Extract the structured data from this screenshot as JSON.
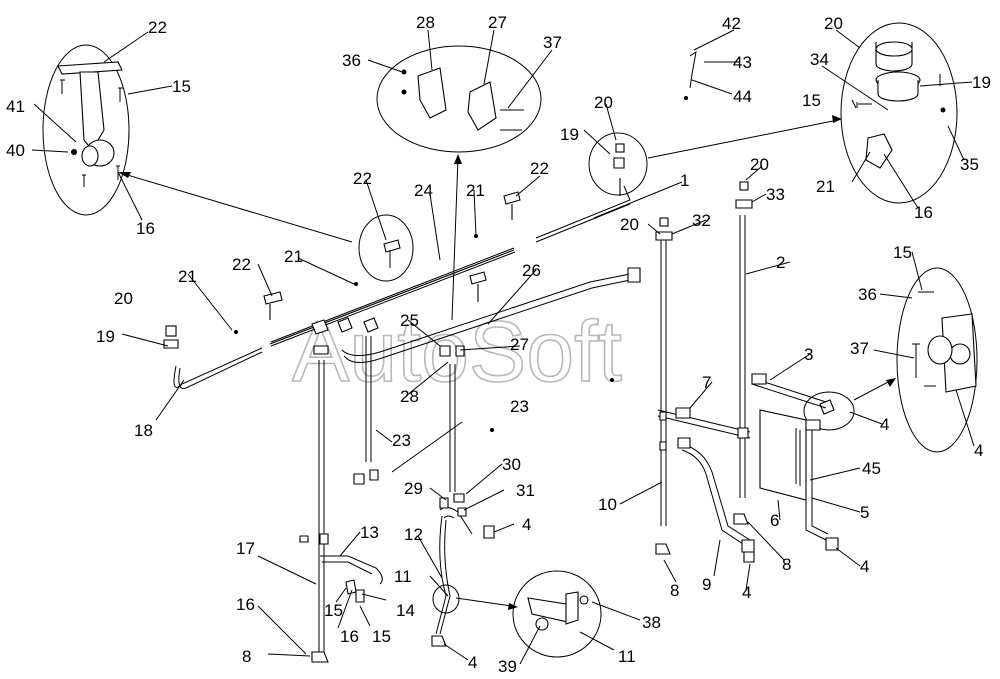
{
  "watermark": "AutoSoft",
  "callouts": [
    {
      "id": "c22a",
      "text": "22"
    },
    {
      "id": "c15a",
      "text": "15"
    },
    {
      "id": "c41",
      "text": "41"
    },
    {
      "id": "c40",
      "text": "40"
    },
    {
      "id": "c16a",
      "text": "16"
    },
    {
      "id": "c28a",
      "text": "28"
    },
    {
      "id": "c27a",
      "text": "27"
    },
    {
      "id": "c36a",
      "text": "36"
    },
    {
      "id": "c37a",
      "text": "37"
    },
    {
      "id": "c42",
      "text": "42"
    },
    {
      "id": "c43",
      "text": "43"
    },
    {
      "id": "c44",
      "text": "44"
    },
    {
      "id": "c20a",
      "text": "20"
    },
    {
      "id": "c34",
      "text": "34"
    },
    {
      "id": "c19a",
      "text": "19"
    },
    {
      "id": "c15b",
      "text": "15"
    },
    {
      "id": "c35",
      "text": "35"
    },
    {
      "id": "c21a",
      "text": "21"
    },
    {
      "id": "c16b",
      "text": "16"
    },
    {
      "id": "c20b",
      "text": "20"
    },
    {
      "id": "c19b",
      "text": "19"
    },
    {
      "id": "c22b",
      "text": "22"
    },
    {
      "id": "c21b",
      "text": "21"
    },
    {
      "id": "c24",
      "text": "24"
    },
    {
      "id": "c22c",
      "text": "22"
    },
    {
      "id": "c1",
      "text": "1"
    },
    {
      "id": "c20c",
      "text": "20"
    },
    {
      "id": "c33",
      "text": "33"
    },
    {
      "id": "c20d",
      "text": "20"
    },
    {
      "id": "c32",
      "text": "32"
    },
    {
      "id": "c2",
      "text": "2"
    },
    {
      "id": "c21c",
      "text": "21"
    },
    {
      "id": "c22d",
      "text": "22"
    },
    {
      "id": "c21d",
      "text": "21"
    },
    {
      "id": "c26",
      "text": "26"
    },
    {
      "id": "c20e",
      "text": "20"
    },
    {
      "id": "c19c",
      "text": "19"
    },
    {
      "id": "c18",
      "text": "18"
    },
    {
      "id": "c25",
      "text": "25"
    },
    {
      "id": "c27b",
      "text": "27"
    },
    {
      "id": "c28b",
      "text": "28"
    },
    {
      "id": "c15c",
      "text": "15"
    },
    {
      "id": "c36b",
      "text": "36"
    },
    {
      "id": "c37b",
      "text": "37"
    },
    {
      "id": "c4a",
      "text": "4"
    },
    {
      "id": "c3",
      "text": "3"
    },
    {
      "id": "c7",
      "text": "7"
    },
    {
      "id": "c4b",
      "text": "4"
    },
    {
      "id": "c45",
      "text": "45"
    },
    {
      "id": "c5",
      "text": "5"
    },
    {
      "id": "c6",
      "text": "6"
    },
    {
      "id": "c23a",
      "text": "23"
    },
    {
      "id": "c23b",
      "text": "23"
    },
    {
      "id": "c10",
      "text": "10"
    },
    {
      "id": "c30",
      "text": "30"
    },
    {
      "id": "c29",
      "text": "29"
    },
    {
      "id": "c31",
      "text": "31"
    },
    {
      "id": "c4c",
      "text": "4"
    },
    {
      "id": "c12",
      "text": "12"
    },
    {
      "id": "c13",
      "text": "13"
    },
    {
      "id": "c17",
      "text": "17"
    },
    {
      "id": "c11a",
      "text": "11"
    },
    {
      "id": "c8a",
      "text": "8"
    },
    {
      "id": "c9",
      "text": "9"
    },
    {
      "id": "c8b",
      "text": "8"
    },
    {
      "id": "c4d",
      "text": "4"
    },
    {
      "id": "c4e",
      "text": "4"
    },
    {
      "id": "c16c",
      "text": "16"
    },
    {
      "id": "c15d",
      "text": "15"
    },
    {
      "id": "c14",
      "text": "14"
    },
    {
      "id": "c16d",
      "text": "16"
    },
    {
      "id": "c15e",
      "text": "15"
    },
    {
      "id": "c8c",
      "text": "8"
    },
    {
      "id": "c38",
      "text": "38"
    },
    {
      "id": "c39",
      "text": "39"
    },
    {
      "id": "c4f",
      "text": "4"
    },
    {
      "id": "c11b",
      "text": "11"
    }
  ]
}
